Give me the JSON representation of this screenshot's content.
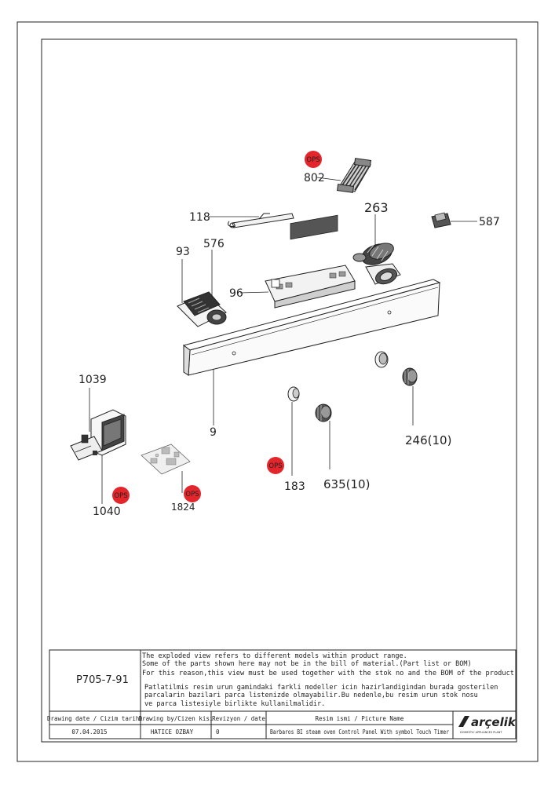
{
  "parts": {
    "p802": "802",
    "p118": "118",
    "p263": "263",
    "p587": "587",
    "p93": "93",
    "p576": "576",
    "p96": "96",
    "p1039": "1039",
    "p9": "9",
    "p246": "246(10)",
    "p1040": "1040",
    "p1824": "1824",
    "p183": "183",
    "p635": "635(10)"
  },
  "ops_badge": "OPS",
  "title_block": {
    "drawing_code": "P705-7-91",
    "note_en": [
      "The exploded view refers to different models within product range.",
      "Some of the parts shown here may not be in the bill of material.(Part list or BOM)",
      "For this reason,this view must be used together with the stok no and the BOM of the product"
    ],
    "note_tr": [
      "Patlatilmis resim urun gamindaki farkli modeller icin hazirlandigindan burada gosterilen",
      "parcalarin bazilari parca listenizde olmayabilir.Bu nedenle,bu resim urun stok nosu",
      "ve parca listesiyle birlikte kullanilmalidir."
    ],
    "headers": {
      "date": "Drawing date / Cizim tarihi",
      "drawn_by": "Drawing by/Cizen kisi",
      "revision": "Revizyon / date",
      "picture": "Resim ismi / Picture Name"
    },
    "values": {
      "date": "07.04.2015",
      "drawn_by": "HATICE OZBAY",
      "revision": "0",
      "picture": "Barbaros BI steam oven Control Panel With symbol Touch Timer"
    },
    "brand": "arçelik",
    "brand_sub": "DOMESTIC APPLIANCES PLANT"
  },
  "colors": {
    "ops_red": "#e3262b",
    "line": "#222222"
  }
}
